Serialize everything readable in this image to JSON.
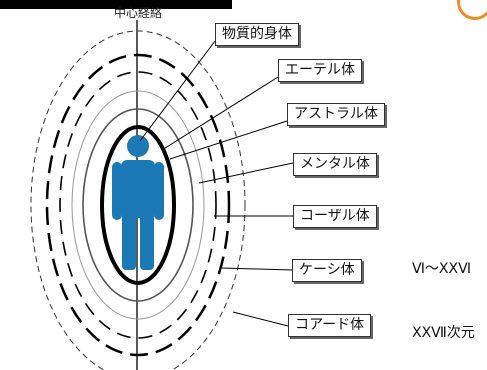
{
  "colors": {
    "figure": "#1a78b4",
    "accent": "#f08a24",
    "outline": "#000000"
  },
  "axis_label": "中心経絡",
  "bodies": [
    {
      "label": "物質的身体"
    },
    {
      "label": "エーテル体"
    },
    {
      "label": "アストラル体"
    },
    {
      "label": "メンタル体"
    },
    {
      "label": "コーザル体"
    },
    {
      "label": "ケーシ体"
    },
    {
      "label": "コアード体"
    }
  ],
  "range_labels": {
    "upper": "Ⅵ～ⅩⅩⅥ",
    "lower": "ⅩⅩⅦ次元"
  },
  "icons": {
    "figure": "human-figure-icon"
  }
}
